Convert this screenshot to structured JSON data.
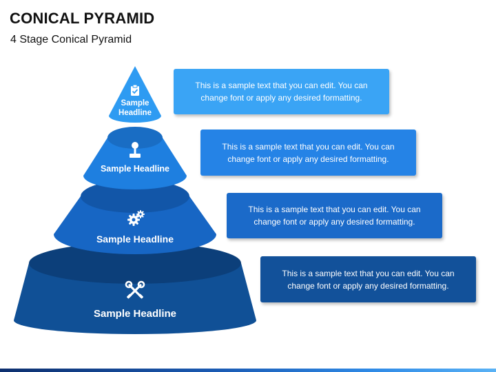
{
  "header": {
    "title": "CONICAL PYRAMID",
    "subtitle": "4 Stage Conical Pyramid"
  },
  "colors": {
    "tier1": "#2e9bf2",
    "tier2": "#1e7fe0",
    "tier3": "#1766c4",
    "tier4": "#105096",
    "box1": "#3aa4f5",
    "box2": "#2583e6",
    "box3": "#1b6ac9",
    "box4": "#12519a"
  },
  "tiers": [
    {
      "label": "Sample Headline",
      "icon": "clipboard-check-icon"
    },
    {
      "label": "Sample Headline",
      "icon": "joystick-icon"
    },
    {
      "label": "Sample Headline",
      "icon": "gears-icon"
    },
    {
      "label": "Sample Headline",
      "icon": "tools-icon"
    }
  ],
  "boxes": [
    {
      "text": "This is a sample text that you can edit. You can change font or apply any desired formatting."
    },
    {
      "text": "This is a sample text that you can edit. You can change font or apply any desired formatting."
    },
    {
      "text": "This is a sample text that you can edit. You can change font or apply any desired formatting."
    },
    {
      "text": "This is a sample text that you can edit. You can change font or apply any desired formatting."
    }
  ]
}
